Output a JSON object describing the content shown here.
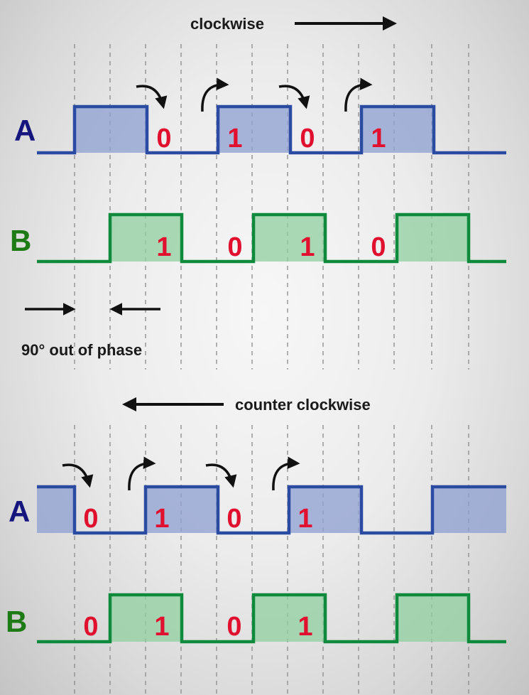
{
  "captions": {
    "clockwise": "clockwise",
    "phase": "90° out of phase",
    "counter_clockwise": "counter clockwise"
  },
  "channels": {
    "top_a": "A",
    "top_b": "B",
    "bottom_a": "A",
    "bottom_b": "B"
  },
  "colors": {
    "channel_a": "#2b4ba3",
    "channel_a_fill": "#8e9fd0",
    "channel_a_label": "#14167e",
    "channel_b": "#0f8a3c",
    "channel_b_fill": "#8fcf9f",
    "channel_b_label": "#1d7a14",
    "bits": "#e0102e"
  },
  "bits": {
    "cw_a": [
      "0",
      "1",
      "0",
      "1"
    ],
    "cw_b": [
      "1",
      "0",
      "1",
      "0"
    ],
    "ccw_a": [
      "0",
      "1",
      "0",
      "1"
    ],
    "ccw_b": [
      "0",
      "1",
      "0",
      "1"
    ]
  },
  "icons": {
    "edge_falling": "curved-arrow-down-icon",
    "edge_rising": "curved-arrow-up-icon",
    "direction": "long-arrow-icon"
  }
}
